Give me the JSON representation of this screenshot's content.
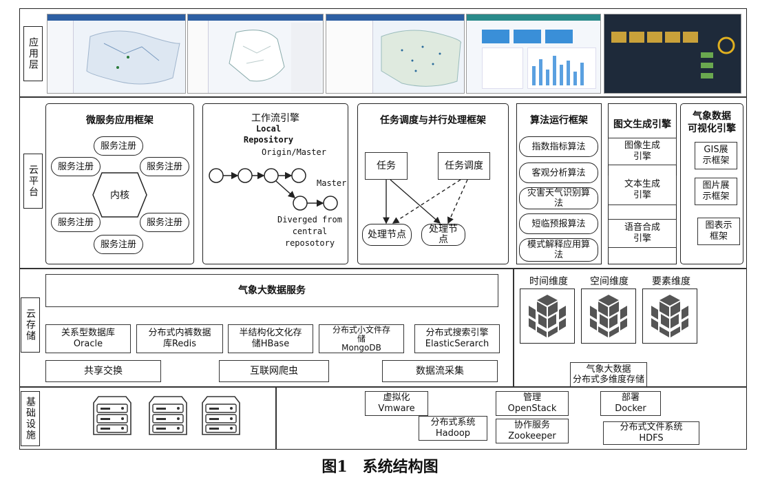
{
  "layers": {
    "app": "应用层",
    "cloud": "云平台",
    "storage": "云存储",
    "infra": "基础设施"
  },
  "microservice": {
    "title": "微服务应用框架",
    "kernel": "内核",
    "services": [
      "服务注册",
      "服务注册",
      "服务注册",
      "服务注册",
      "服务注册",
      "服务注册"
    ]
  },
  "workflow": {
    "title": "工作流引擎",
    "local_repo": "Local\nRepository",
    "origin": "Origin/Master",
    "master": "Master",
    "diverged": "Diverged from\ncentral\nreposotory"
  },
  "scheduler": {
    "title": "任务调度与并行处理框架",
    "task": "任务",
    "dispatch": "任务调度",
    "node1": "处理节点",
    "node2": "处理节\n点"
  },
  "algorithm": {
    "title": "算法运行框架",
    "items": [
      "指数指标算法",
      "客观分析算法",
      "灾害天气识别算\n法",
      "短临预报算法",
      "模式解释应用算\n法"
    ]
  },
  "graphic": {
    "title": "图文生成引擎",
    "items": [
      "图像生成\n引擎",
      "文本生成\n引擎",
      "语音合成\n引擎"
    ]
  },
  "visual": {
    "title": "气象数据\n可视化引擎",
    "items": [
      "GIS展\n示框架",
      "图片展\n示框架",
      "图表示\n框架"
    ]
  },
  "storage": {
    "bigdata": "气象大数据服务",
    "dbs": [
      "关系型数据库\nOracle",
      "分布式内裤数据\n库Redis",
      "半结构化文化存\n储HBase",
      "分布式小文件存\n储\nMongoDB",
      "分布式搜索引擎\nElasticSerarch"
    ],
    "exchange": [
      "共享交换",
      "互联网爬虫",
      "数据流采集"
    ],
    "dims": [
      "时间维度",
      "空间维度",
      "要素维度"
    ],
    "multi": "气象大数据\n分布式多维度存储"
  },
  "infra": {
    "items": [
      "虚拟化\nVmware",
      "分布式系统\nHadoop",
      "管理\nOpenStack",
      "协作服务\nZookeeper",
      "部署\nDocker",
      "分布式文件系统\nHDFS"
    ]
  },
  "caption": "图1　系统结构图",
  "colors": {
    "line": "#222222",
    "cube": "#555555",
    "screen_dark": "#1e2a3a",
    "screen_light": "#e8eef6"
  }
}
